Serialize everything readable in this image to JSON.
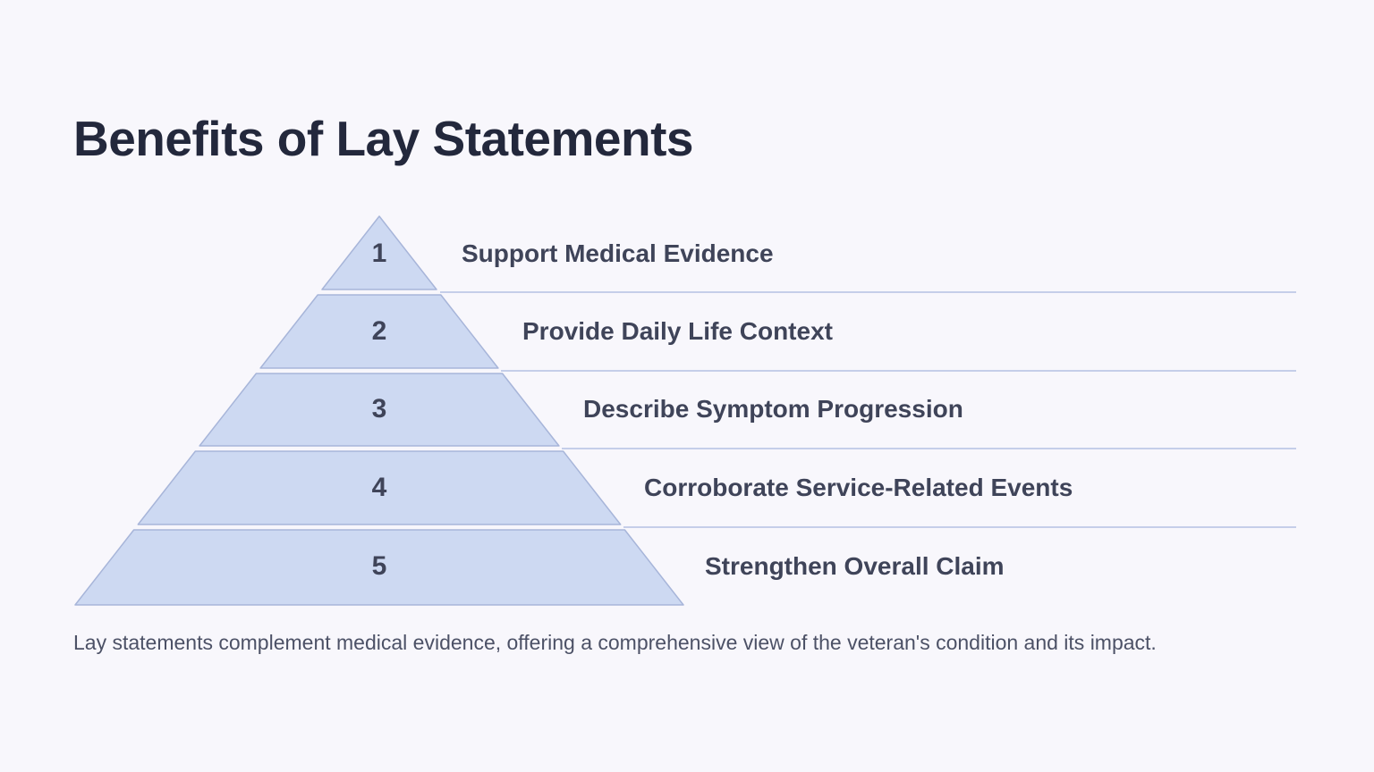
{
  "slide": {
    "title": "Benefits of Lay Statements",
    "footer": "Lay statements complement medical evidence, offering a comprehensive view of the veteran's condition and its impact.",
    "colors": {
      "background": "#f8f7fc",
      "pyramid_fill": "#cdd9f2",
      "pyramid_border": "#a7b5d9",
      "divider_line": "#c5cee9",
      "title_text": "#23283c",
      "label_text": "#3f4459",
      "footer_text": "#4c5166"
    },
    "pyramid": {
      "levels": [
        {
          "number": "1",
          "label": "Support Medical Evidence"
        },
        {
          "number": "2",
          "label": "Provide Daily Life Context"
        },
        {
          "number": "3",
          "label": "Describe Symptom Progression"
        },
        {
          "number": "4",
          "label": "Corroborate Service-Related Events"
        },
        {
          "number": "5",
          "label": "Strengthen Overall Claim"
        }
      ]
    }
  }
}
